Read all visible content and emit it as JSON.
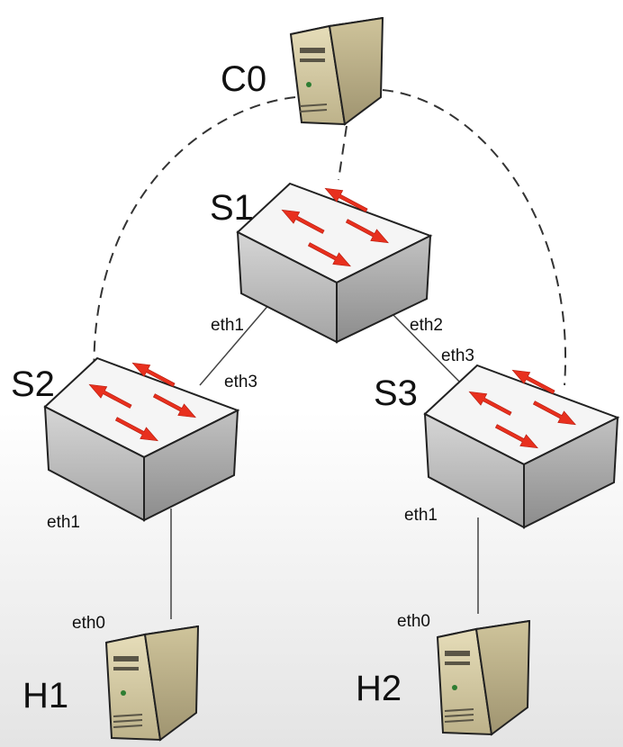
{
  "nodes": {
    "controller": {
      "label": "C0"
    },
    "s1": {
      "label": "S1"
    },
    "s2": {
      "label": "S2"
    },
    "s3": {
      "label": "S3"
    },
    "h1": {
      "label": "H1"
    },
    "h2": {
      "label": "H2"
    }
  },
  "ports": {
    "s1_to_s2": "eth1",
    "s2_to_s1": "eth3",
    "s1_to_s3": "eth2",
    "s3_to_s1": "eth3",
    "s2_to_h1": "eth1",
    "h1_to_s2": "eth0",
    "s3_to_h2": "eth1",
    "h2_to_s3": "eth0"
  },
  "colors": {
    "arrow": "#e8301e",
    "switch_top": "#f4f4f4",
    "server_body": "#d9cfa8",
    "link": "#444444"
  },
  "icons": {
    "controller": "server-icon",
    "switch": "network-switch-icon",
    "host": "server-icon"
  }
}
